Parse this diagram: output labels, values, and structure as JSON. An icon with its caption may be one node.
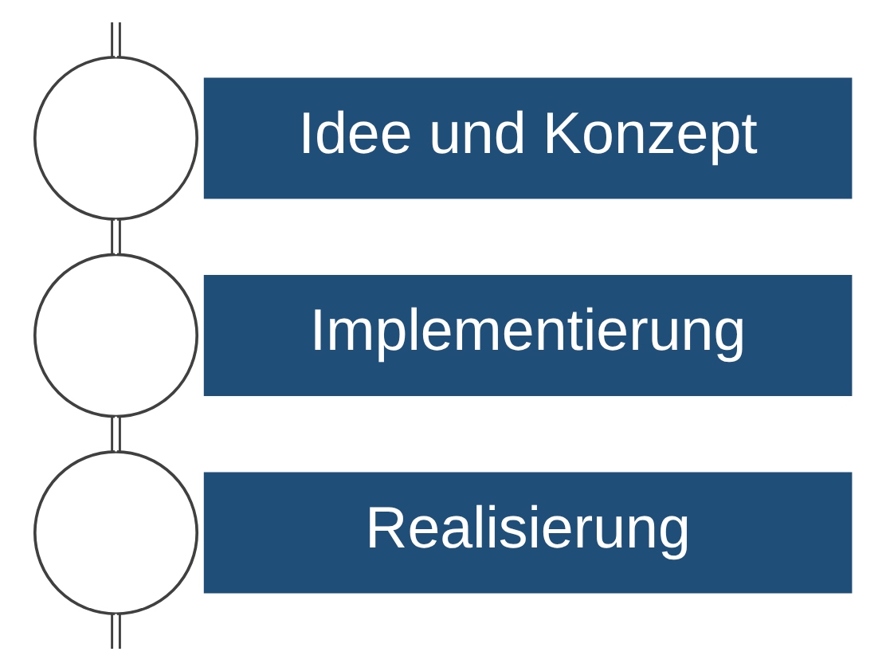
{
  "diagram": {
    "nodes": [
      {
        "text": [],
        "shape": "circle"
      },
      {
        "text": [
          "Idee und Konzept"
        ]
      },
      {
        "text": [],
        "shape": "circle"
      },
      {
        "text": [
          "Implementierung"
        ]
      },
      {
        "text": [],
        "shape": "circle"
      },
      {
        "text": [
          "Realisierung"
        ]
      }
    ],
    "edges": [
      {
        "from": null,
        "to": 0,
        "arrow": "none"
      },
      {
        "from": 0,
        "to": 2,
        "arrow": "none"
      },
      {
        "from": 2,
        "to": 4,
        "arrow": "none"
      },
      {
        "from": 4,
        "to": null,
        "arrow": "none"
      }
    ]
  }
}
